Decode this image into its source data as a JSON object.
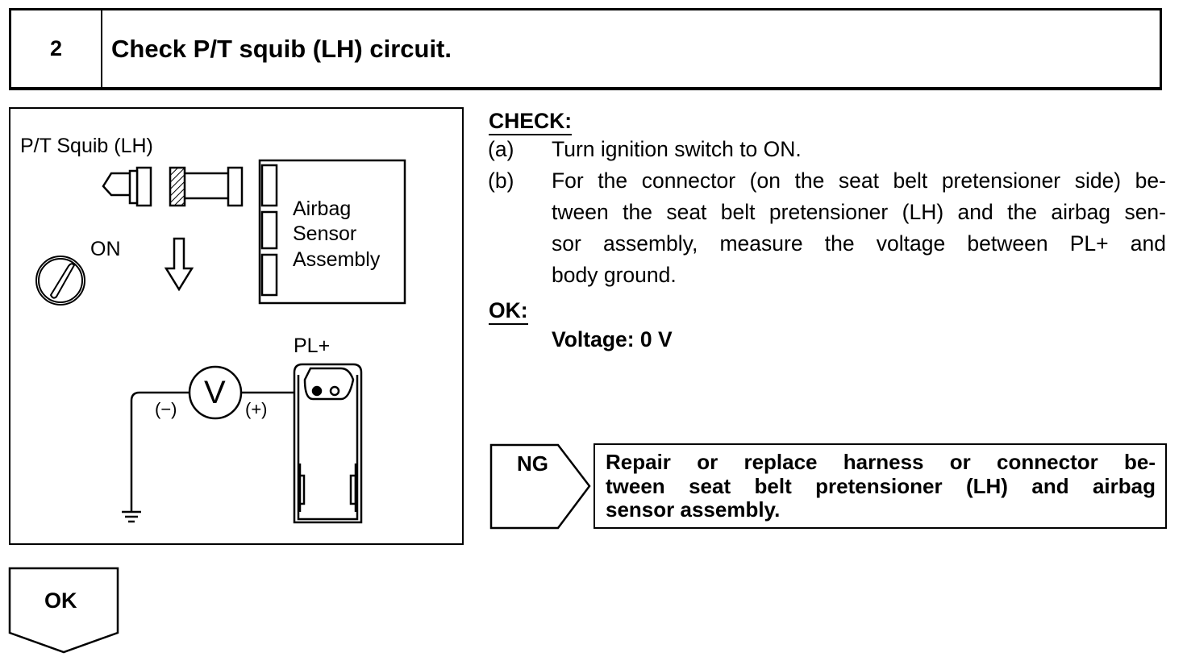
{
  "header": {
    "step_number": "2",
    "title": "Check P/T squib (LH) circuit."
  },
  "diagram": {
    "squib_label": "P/T Squib (LH)",
    "ecu_label_lines": [
      "Airbag",
      "Sensor",
      "Assembly"
    ],
    "ignition_label": "ON",
    "terminal_label": "PL+",
    "meter_symbol": "V",
    "negative_probe": "(−)",
    "positive_probe": "(+)"
  },
  "check": {
    "heading": "CHECK:",
    "steps": [
      {
        "label": "(a)",
        "lines": [
          "Turn ignition switch to ON."
        ]
      },
      {
        "label": "(b)",
        "lines": [
          "For the connector (on the seat belt pretensioner side) be-",
          "tween the seat belt pretensioner (LH) and the airbag sen-",
          "sor assembly, measure the voltage between PL+ and",
          "body ground."
        ]
      }
    ]
  },
  "ok_spec": {
    "heading": "OK:",
    "value": "Voltage: 0 V"
  },
  "results": {
    "ng_label": "NG",
    "ng_action_lines": [
      "Repair or replace harness or connector be-",
      "tween seat belt pretensioner (LH) and airbag",
      "sensor assembly."
    ],
    "ok_label": "OK"
  }
}
